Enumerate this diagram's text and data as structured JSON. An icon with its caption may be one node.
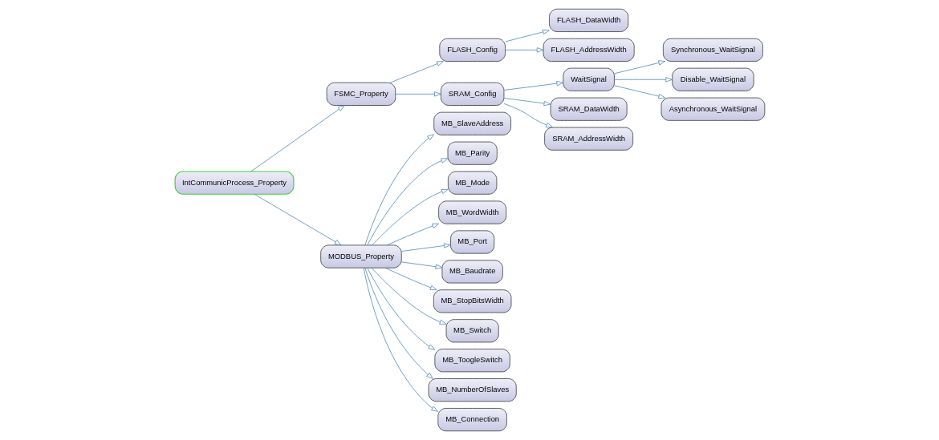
{
  "diagram": {
    "nodes": [
      {
        "text": [
          "IntCommunicProcess_Property"
        ]
      },
      {
        "text": [
          "FSMC_Property"
        ]
      },
      {
        "text": [
          "FLASH_Config"
        ]
      },
      {
        "text": [
          "FLASH_DataWidth"
        ]
      },
      {
        "text": [
          "FLASH_AddressWidth"
        ]
      },
      {
        "text": [
          "SRAM_Config"
        ]
      },
      {
        "text": [
          "WaitSignal"
        ]
      },
      {
        "text": [
          "Synchronous_WaitSignal"
        ]
      },
      {
        "text": [
          "Disable_WaitSignal"
        ]
      },
      {
        "text": [
          "Asynchronous_WaitSignal"
        ]
      },
      {
        "text": [
          "SRAM_DataWidth"
        ]
      },
      {
        "text": [
          "SRAM_AddressWidth"
        ]
      },
      {
        "text": [
          "MODBUS_Property"
        ]
      },
      {
        "text": [
          "MB_SlaveAddress"
        ]
      },
      {
        "text": [
          "MB_Parity"
        ]
      },
      {
        "text": [
          "MB_Mode"
        ]
      },
      {
        "text": [
          "MB_WordWidth"
        ]
      },
      {
        "text": [
          "MB_Port"
        ]
      },
      {
        "text": [
          "MB_Baudrate"
        ]
      },
      {
        "text": [
          "MB_StopBitsWidth"
        ]
      },
      {
        "text": [
          "MB_Switch"
        ]
      },
      {
        "text": [
          "MB_ToogleSwitch"
        ]
      },
      {
        "text": [
          "MB_NumberOfSlaves"
        ]
      },
      {
        "text": [
          "MB_Connection"
        ]
      }
    ],
    "edges": [
      {
        "from": 0,
        "to": 1,
        "arrow": "to"
      },
      {
        "from": 0,
        "to": 12,
        "arrow": "to"
      },
      {
        "from": 1,
        "to": 2,
        "arrow": "to"
      },
      {
        "from": 1,
        "to": 5,
        "arrow": "to"
      },
      {
        "from": 2,
        "to": 3,
        "arrow": "to"
      },
      {
        "from": 2,
        "to": 4,
        "arrow": "to"
      },
      {
        "from": 5,
        "to": 6,
        "arrow": "to"
      },
      {
        "from": 5,
        "to": 10,
        "arrow": "to"
      },
      {
        "from": 5,
        "to": 11,
        "arrow": "to"
      },
      {
        "from": 6,
        "to": 7,
        "arrow": "to"
      },
      {
        "from": 6,
        "to": 8,
        "arrow": "to"
      },
      {
        "from": 6,
        "to": 9,
        "arrow": "to"
      },
      {
        "from": 12,
        "to": 13,
        "arrow": "to"
      },
      {
        "from": 12,
        "to": 14,
        "arrow": "to"
      },
      {
        "from": 12,
        "to": 15,
        "arrow": "to"
      },
      {
        "from": 12,
        "to": 16,
        "arrow": "to"
      },
      {
        "from": 12,
        "to": 17,
        "arrow": "to"
      },
      {
        "from": 12,
        "to": 18,
        "arrow": "to"
      },
      {
        "from": 12,
        "to": 19,
        "arrow": "to"
      },
      {
        "from": 12,
        "to": 20,
        "arrow": "to"
      },
      {
        "from": 12,
        "to": 21,
        "arrow": "to"
      },
      {
        "from": 12,
        "to": 22,
        "arrow": "to"
      },
      {
        "from": 12,
        "to": 23,
        "arrow": "to"
      }
    ]
  }
}
